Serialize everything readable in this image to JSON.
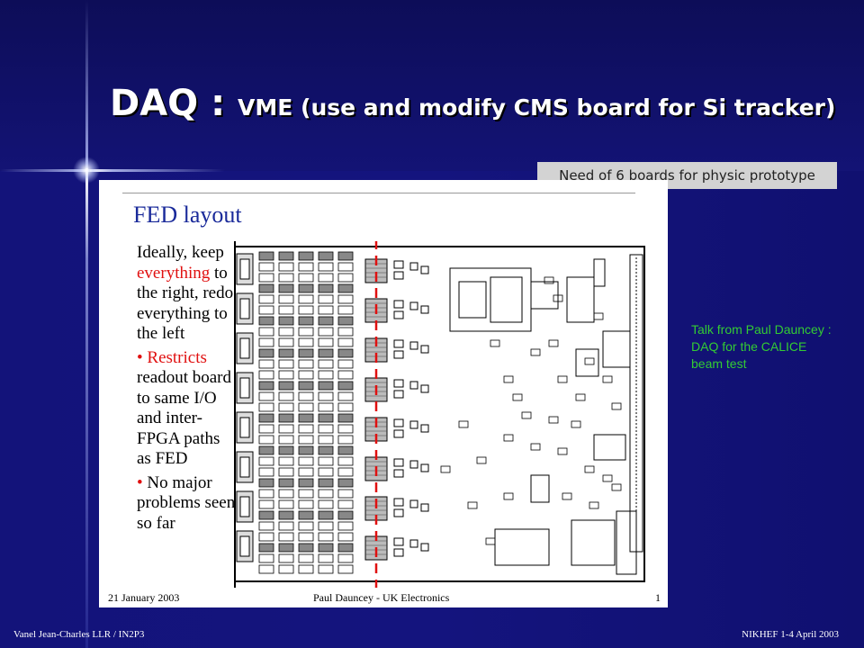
{
  "slide": {
    "title_main": "DAQ : ",
    "title_sub": "VME (use and modify CMS board for Si tracker)",
    "note_box": "Need of 6 boards for physic prototype",
    "side_note": "Talk from Paul Dauncey : DAQ for the CALICE beam test",
    "footer_left": "Vanel Jean-Charles LLR / IN2P3",
    "footer_right": "NIKHEF 1-4 April 2003",
    "colors": {
      "background": "#14147e",
      "side_note": "#33cc33",
      "figure_title": "#1a2a9a",
      "highlight_red": "#e01010"
    }
  },
  "figure": {
    "title": "FED layout",
    "text_lines": {
      "l1": "Ideally, keep",
      "l2": "everything",
      "l2b": " to",
      "l3": "the right, redo",
      "l4": "everything to",
      "l5": "the left",
      "b1a": "Restricts",
      "b1b": "readout board",
      "b1c": "to same I/O",
      "b1d": "and inter-",
      "b1e": "FPGA paths",
      "b1f": "as FED",
      "b2a": "No major",
      "b2b": "problems seen",
      "b2c": "so far",
      "bullet": "•"
    },
    "footer_date": "21 January 2003",
    "footer_author": "Paul Dauncey - UK Electronics",
    "footer_page": "1"
  }
}
